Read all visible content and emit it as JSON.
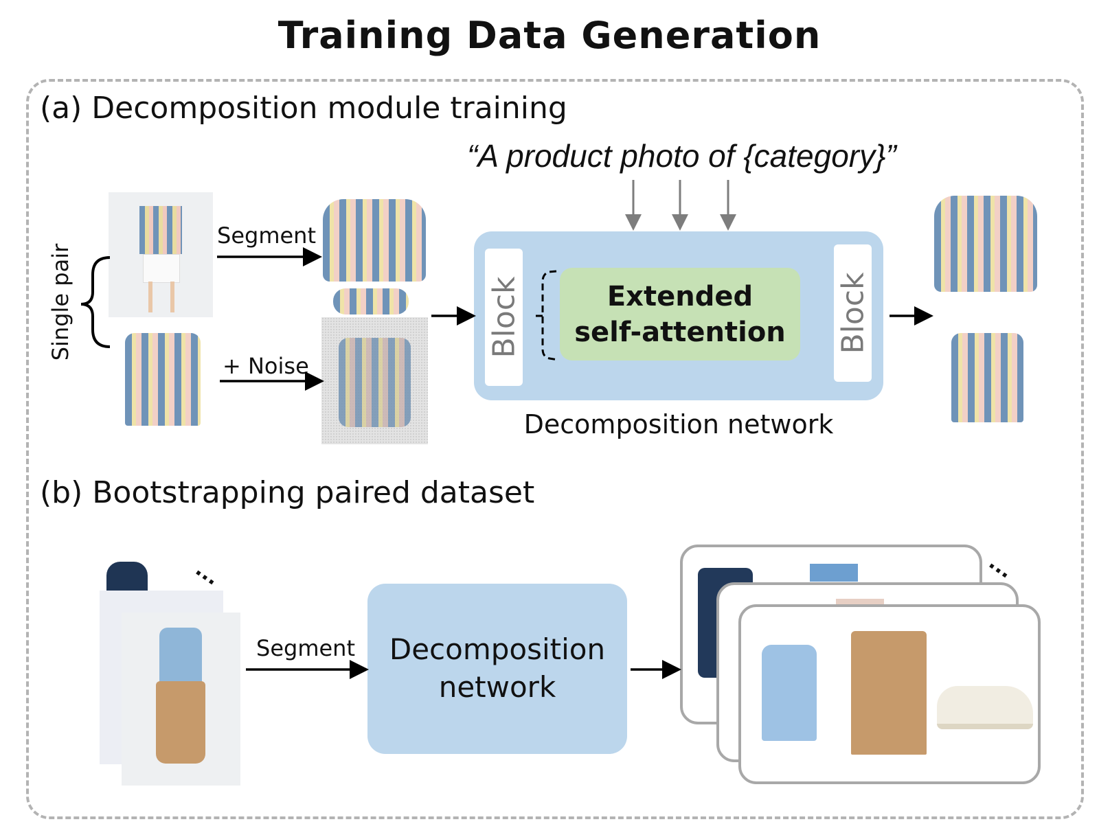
{
  "title": "Training Data Generation",
  "section_a": {
    "heading": "(a) Decomposition module training",
    "prompt": "“A product photo of {category}”",
    "pair_label": "Single pair",
    "segment_label": "Segment",
    "noise_label": "+ Noise",
    "block_label": "Block",
    "attention_label_line1": "Extended",
    "attention_label_line2": "self-attention",
    "network_caption": "Decomposition network"
  },
  "section_b": {
    "heading": "(b) Bootstrapping paired dataset",
    "segment_label": "Segment",
    "network_line1": "Decomposition",
    "network_line2": "network",
    "ellipsis": "..."
  },
  "colors": {
    "network_blue": "#bcd6ec",
    "attention_green": "#c6e1b5",
    "frame_gray": "#b3b3b3"
  }
}
